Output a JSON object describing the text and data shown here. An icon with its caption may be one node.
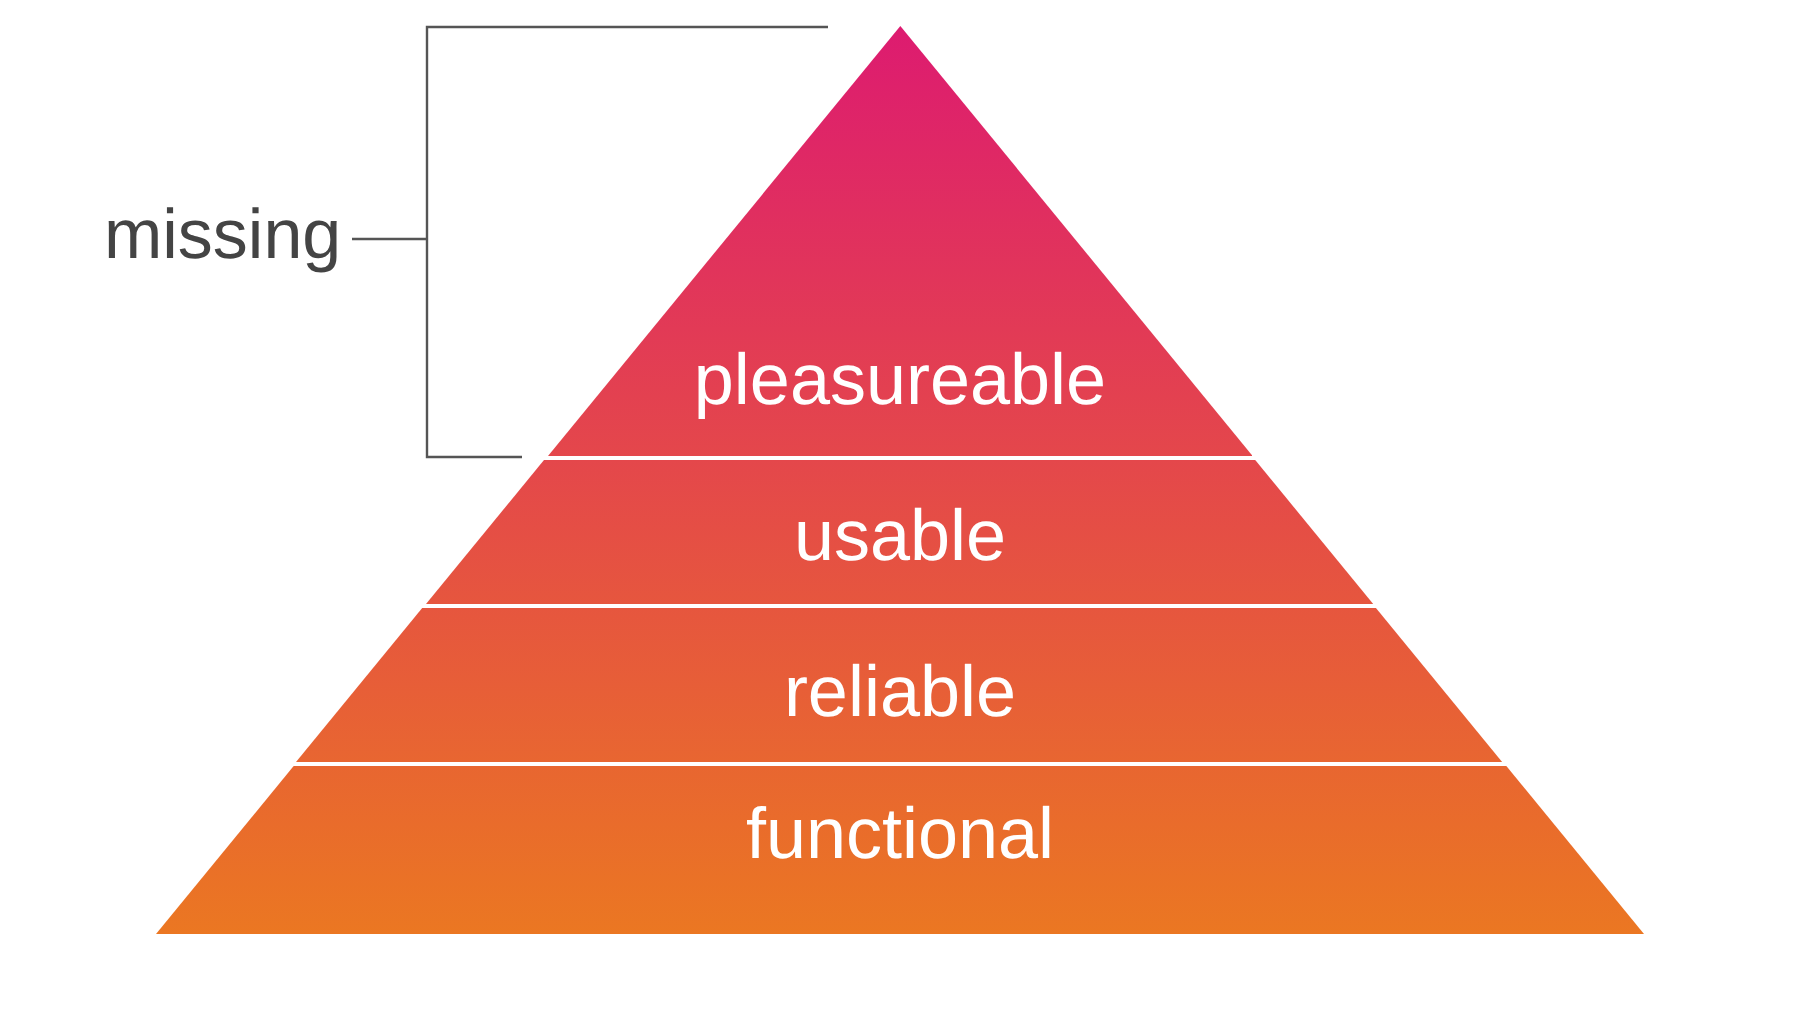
{
  "diagram": {
    "nodes": [
      {
        "text": [
          "pleasureable"
        ]
      },
      {
        "text": [
          "usable"
        ]
      },
      {
        "text": [
          "reliable"
        ]
      },
      {
        "text": [
          "functional"
        ]
      }
    ],
    "labels": [
      "missing"
    ]
  }
}
